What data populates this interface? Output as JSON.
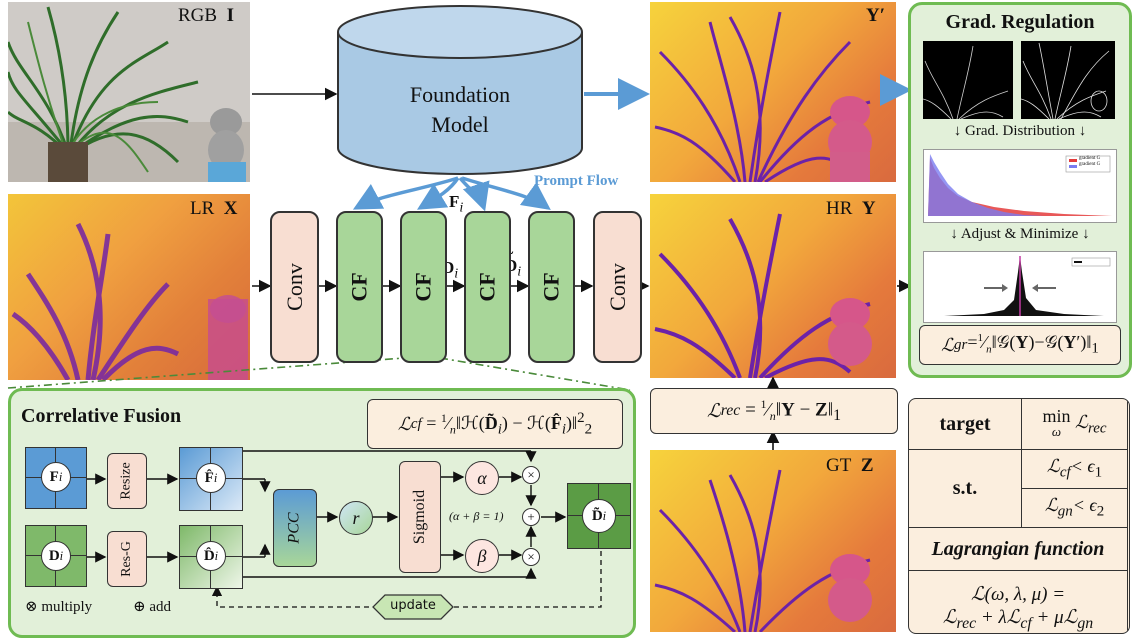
{
  "images": {
    "rgb": {
      "label": "RGB",
      "symbol": "I"
    },
    "lr": {
      "label": "LR",
      "symbol": "X"
    },
    "y_prime": {
      "symbol": "Y′"
    },
    "hr": {
      "label": "HR",
      "symbol": "Y"
    },
    "gt": {
      "label": "GT",
      "symbol": "Z"
    }
  },
  "foundation_model": {
    "line1": "Foundation",
    "line2": "Model"
  },
  "prompt_flow": "Prompt Flow",
  "blocks": {
    "conv": "Conv",
    "cf": "CF"
  },
  "features": {
    "f_i": "F",
    "sub_i": "i",
    "d_i": "D"
  },
  "grad_regulation": {
    "title": "Grad. Regulation",
    "distribution": "Grad. Distribution",
    "adjust": "Adjust & Minimize",
    "hist_legend": [
      "gradient G",
      "gradient G"
    ],
    "loss_prefix": "ℒ",
    "loss_sub": "gr"
  },
  "correlative_fusion": {
    "title": "Correlative Fusion",
    "resize": "Resize",
    "res_g": "Res-G",
    "pcc": "PCC",
    "r": "r",
    "sigmoid": "Sigmoid",
    "alpha": "α",
    "beta": "β",
    "constraint": "(α + β = 1)",
    "update": "update",
    "multiply_legend": "multiply",
    "add_legend": "add"
  },
  "loss_rec": {
    "prefix": "ℒ",
    "sub": "rec"
  },
  "optimization_table": {
    "target": "target",
    "st": "s.t.",
    "lagrangian_title": "Lagrangian function",
    "min": "min",
    "omega": "ω"
  },
  "colors": {
    "green_panel": "#e2f0d9",
    "green_border": "#6fbb52",
    "cf_block": "#a8d699",
    "conv_block": "#f8ded2",
    "cylinder": "#a9c9e4",
    "arrow_blue": "#5b9bd5",
    "cream": "#fbeede"
  }
}
